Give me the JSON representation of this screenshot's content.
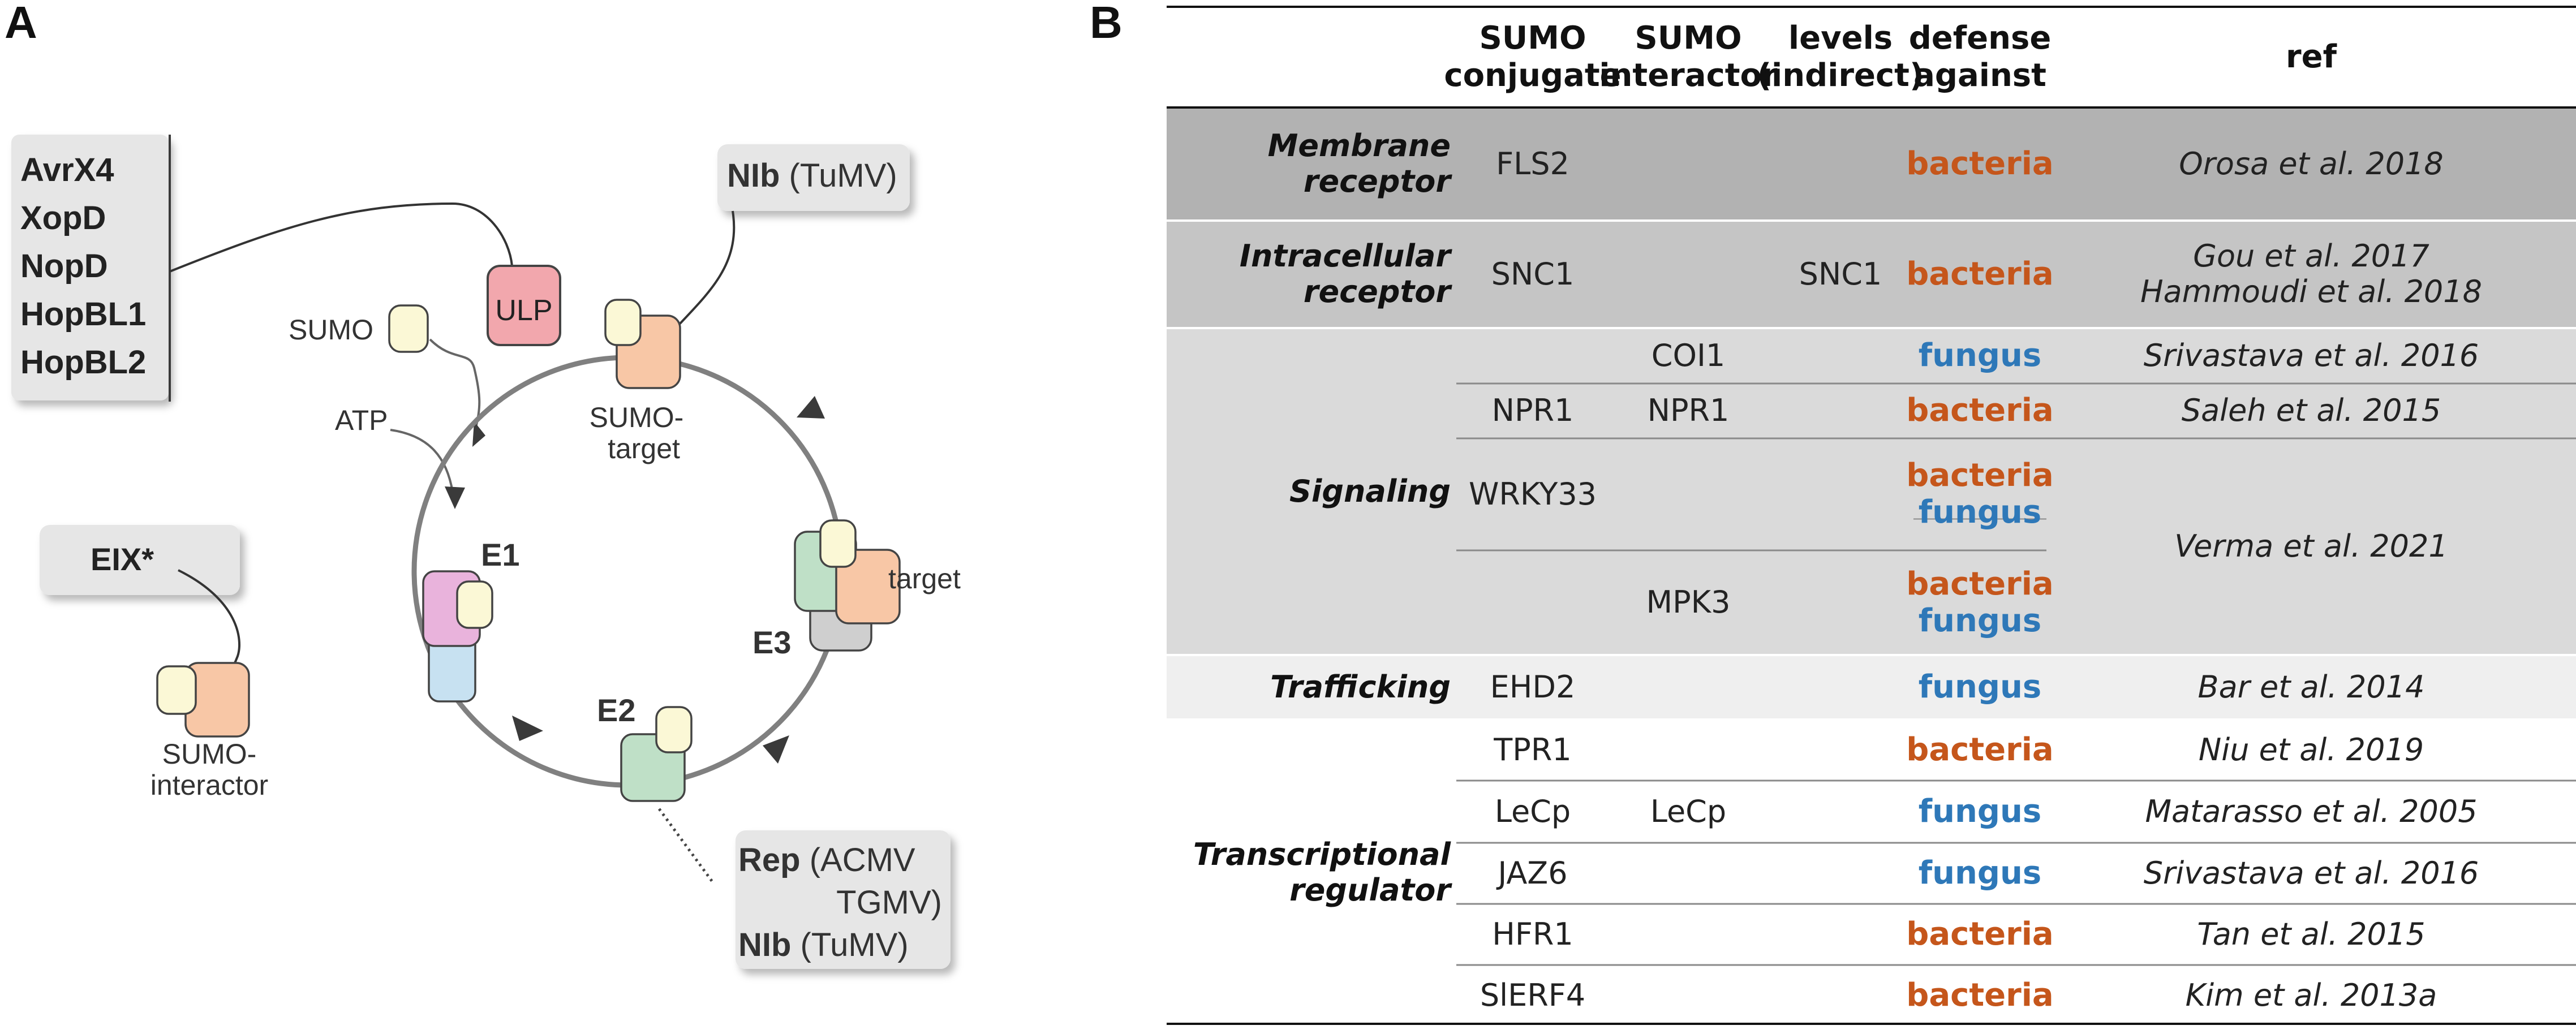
{
  "panel_a": {
    "letter": "A",
    "effectors_ulp": [
      "AvrX4",
      "XopD",
      "NopD",
      "HopBL1",
      "HopBL2"
    ],
    "ulp_label": "ULP",
    "sumo_label": "SUMO",
    "atp_label": "ATP",
    "e1_label": "E1",
    "e2_label": "E2",
    "e3_label": "E3",
    "target_label": "target",
    "sumo_target_line1": "SUMO-",
    "sumo_target_line2": "target",
    "nlb_top": {
      "bold": "NIb",
      "rest": " (TuMV)"
    },
    "eix_label": "EIX*",
    "sumo_interactor_line1": "SUMO-",
    "sumo_interactor_line2": "interactor",
    "rep_box": {
      "line1_bold": "Rep",
      "line1_rest": " (ACMV",
      "line2": "TGMV)",
      "line3_bold": "NIb",
      "line3_rest": " (TuMV)"
    },
    "colors": {
      "ulp_fill": "#f2a7ad",
      "sumo_fill": "#fbf8d6",
      "target_orange": "#f8c7a6",
      "target_green": "#bfe0c7",
      "e1_pink": "#e9b3dc",
      "e1_blue": "#c7e1f1",
      "target_grey": "#cfcfcf",
      "box_grey": "#e6e6e6",
      "cycle_line": "#808080"
    }
  },
  "panel_b": {
    "letter": "B",
    "headers": [
      "",
      "SUMO\nconjugate",
      "SUMO\ninteractor",
      "levels\n(indirect)",
      "defense\nagainst",
      "ref"
    ],
    "categories": [
      {
        "name": "Membrane\nreceptor",
        "fill": "#b2b2b2"
      },
      {
        "name": "Intracellular\nreceptor",
        "fill": "#c5c5c5"
      },
      {
        "name": "Signaling",
        "fill": "#dadada"
      },
      {
        "name": "Trafficking",
        "fill": "#efefef"
      },
      {
        "name": "Transcriptional\nregulator",
        "fill": "#ffffff"
      }
    ],
    "rows": [
      {
        "conjugate": "FLS2",
        "interactor": "",
        "levels": "",
        "defense": [
          "bacteria"
        ],
        "ref": "Orosa et al. 2018"
      },
      {
        "conjugate": "SNC1",
        "interactor": "",
        "levels": "SNC1",
        "defense": [
          "bacteria"
        ],
        "ref": "Gou et al. 2017\nHammoudi et al. 2018"
      },
      {
        "conjugate": "",
        "interactor": "COI1",
        "levels": "",
        "defense": [
          "fungus"
        ],
        "ref": "Srivastava et al. 2016"
      },
      {
        "conjugate": "NPR1",
        "interactor": "NPR1",
        "levels": "",
        "defense": [
          "bacteria"
        ],
        "ref": "Saleh et al. 2015"
      },
      {
        "conjugate": "WRKY33",
        "interactor": "",
        "levels": "",
        "defense": [
          "bacteria",
          "fungus"
        ],
        "ref": "Verma et al. 2021"
      },
      {
        "conjugate": "",
        "interactor": "MPK3",
        "levels": "",
        "defense": [
          "bacteria",
          "fungus"
        ],
        "ref": ""
      },
      {
        "conjugate": "EHD2",
        "interactor": "",
        "levels": "",
        "defense": [
          "fungus"
        ],
        "ref": "Bar et al. 2014"
      },
      {
        "conjugate": "TPR1",
        "interactor": "",
        "levels": "",
        "defense": [
          "bacteria"
        ],
        "ref": "Niu et al. 2019"
      },
      {
        "conjugate": "LeCp",
        "interactor": "LeCp",
        "levels": "",
        "defense": [
          "fungus"
        ],
        "ref": "Matarasso et al. 2005"
      },
      {
        "conjugate": "JAZ6",
        "interactor": "",
        "levels": "",
        "defense": [
          "fungus"
        ],
        "ref": "Srivastava et al. 2016"
      },
      {
        "conjugate": "HFR1",
        "interactor": "",
        "levels": "",
        "defense": [
          "bacteria"
        ],
        "ref": "Tan et al. 2015"
      },
      {
        "conjugate": "SlERF4",
        "interactor": "",
        "levels": "",
        "defense": [
          "bacteria"
        ],
        "ref": "Kim et al. 2013a"
      }
    ],
    "colors": {
      "bacteria": "#c5561b",
      "fungus": "#2e78b8",
      "rule": "#111111",
      "thin_rule": "#8a8a8a"
    }
  }
}
